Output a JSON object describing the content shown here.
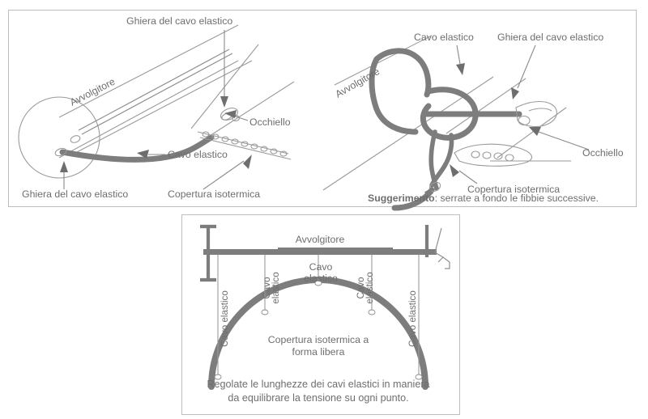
{
  "page": {
    "background": "#ffffff",
    "ink": "#6e6e6e",
    "cord_color": "#7d7d7d",
    "border_color": "#bdbdbd"
  },
  "panels": {
    "top_left": {
      "name": "roller-cord-attachment",
      "labels": {
        "winder": "Avvolgitore",
        "ferrule_top": "Ghiera del cavo elastico",
        "eyelet": "Occhiello",
        "cord": "Cavo elastico",
        "ferrule_bottom": "Ghiera del cavo elastico",
        "cover": "Copertura isotermica"
      }
    },
    "top_right": {
      "name": "cord-knot-detail",
      "labels": {
        "cord": "Cavo elastico",
        "ferrule": "Ghiera del cavo elastico",
        "winder": "Avvolgitore",
        "eyelet": "Occhiello",
        "cover": "Copertura isotermica"
      },
      "tip": {
        "lead": "Suggerimento",
        "separator": ": ",
        "text": "serrate a fondo le fibbie successive."
      }
    },
    "bottom": {
      "name": "cross-section-tension-diagram",
      "labels": {
        "winder": "Avvolgitore",
        "cord_vertical_1": "Cavo elastico",
        "cord_vertical_2_line1": "Cavo",
        "cord_vertical_2_line2": "elastico",
        "cord_center_line1": "Cavo",
        "cord_center_line2": "elastico",
        "cord_vertical_3_line1": "Cavo",
        "cord_vertical_3_line2": "elastico",
        "cord_vertical_4": "Cavo elastico",
        "cover_line1": "Copertura isotermica a",
        "cover_line2": "forma libera"
      },
      "caption": {
        "line1": "Regolate le lunghezze dei cavi elastici in maniera",
        "line2": "da equilibrare la tensione su ogni punto."
      }
    }
  }
}
